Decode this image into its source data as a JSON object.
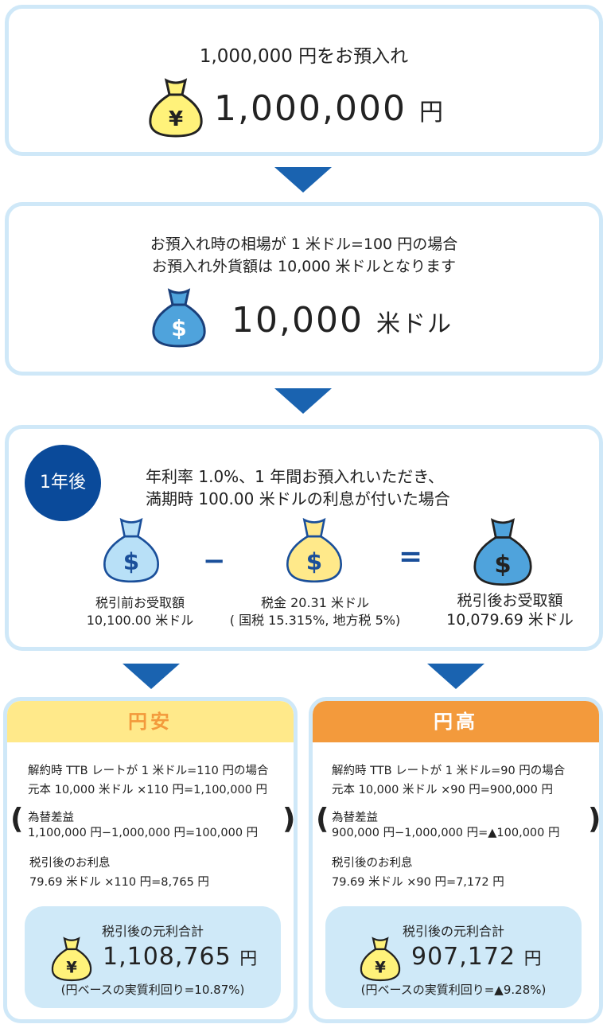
{
  "step1": {
    "title": "1,000,000 円をお預入れ",
    "amount": "1,000,000",
    "unit": "円",
    "icon": "yen-money-bag-icon"
  },
  "step2": {
    "line1": "お預入れ時の相場が 1 米ドル=100 円の場合",
    "line2": "お預入れ外貨額は 10,000 米ドルとなります",
    "amount": "10,000",
    "unit": "米ドル",
    "icon": "dollar-money-bag-icon"
  },
  "step3": {
    "badge": "1年後",
    "line1": "年利率 1.0%、1 年間お預入れいただき、",
    "line2": "満期時 100.00 米ドルの利息が付いた場合",
    "minus": "−",
    "equals": "=",
    "items": [
      {
        "label": "税引前お受取額",
        "value": "10,100.00 米ドル"
      },
      {
        "label": "税金 20.31 米ドル",
        "value": "( 国税 15.315%, 地方税 5%)"
      },
      {
        "label": "税引後お受取額",
        "value": "10,079.69 米ドル"
      }
    ]
  },
  "yen_weak": {
    "header": "円安",
    "line1": "解約時 TTB レートが 1 米ドル=110 円の場合",
    "line2": "元本 10,000 米ドル ×110 円=1,100,000 円",
    "fx_label": "為替差益",
    "fx_calc": "1,100,000 円−1,000,000 円=100,000 円",
    "interest_label": "税引後のお利息",
    "interest_calc": "79.69 米ドル ×110 円=8,765 円",
    "total_label": "税引後の元利合計",
    "total": "1,108,765",
    "unit": "円",
    "yield": "(円ベースの実質利回り=10.87%)"
  },
  "yen_strong": {
    "header": "円高",
    "line1": "解約時 TTB レートが 1 米ドル=90 円の場合",
    "line2": "元本 10,000 米ドル ×90 円=900,000 円",
    "fx_label": "為替差益",
    "fx_calc": "900,000 円−1,000,000 円=▲100,000 円",
    "interest_label": "税引後のお利息",
    "interest_calc": "79.69 米ドル ×90 円=7,172 円",
    "total_label": "税引後の元利合計",
    "total": "907,172",
    "unit": "円",
    "yield": "(円ベースの実質利回り=▲9.28%)"
  },
  "colors": {
    "border": "#cfe8f8",
    "arrow": "#1a63b0",
    "badge": "#0a4a9a",
    "yen_weak_header": "#ffe98a",
    "yen_strong_header": "#f39a3c",
    "result_bg": "#cfe9f8"
  }
}
